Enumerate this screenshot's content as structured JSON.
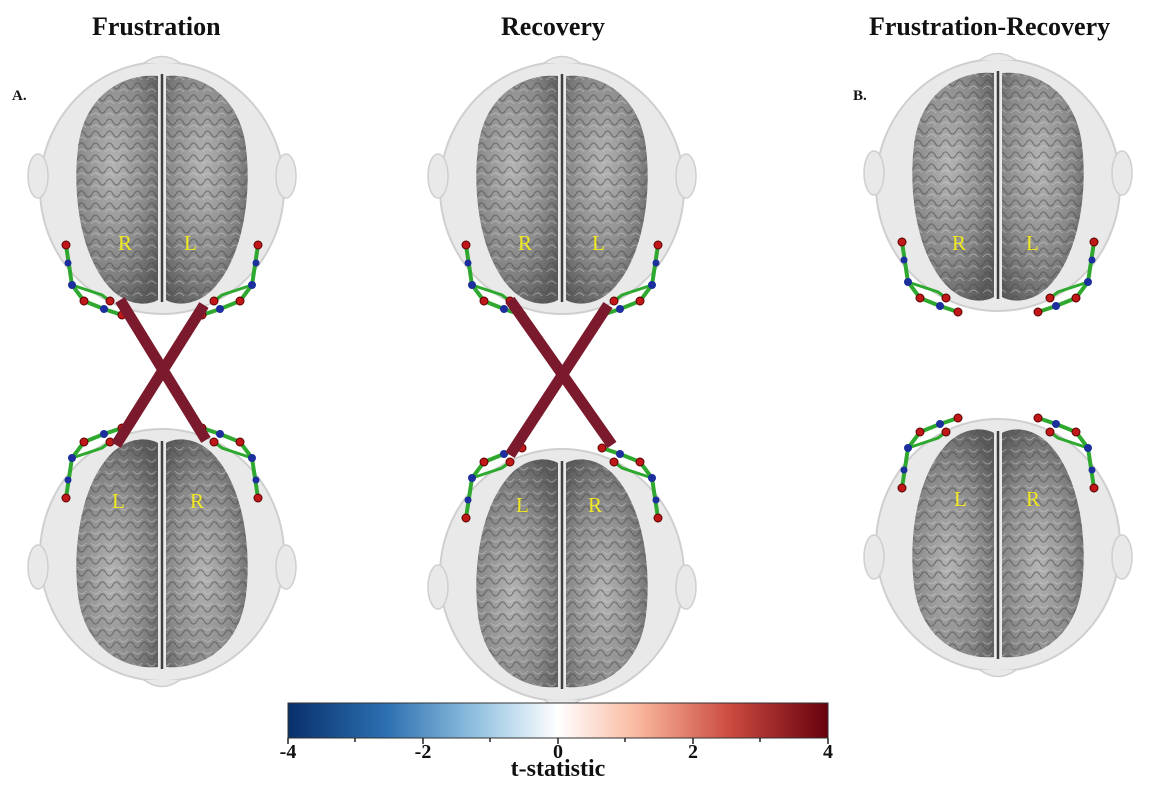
{
  "titles": {
    "frustration": "Frustration",
    "recovery": "Recovery",
    "difference": "Frustration-Recovery"
  },
  "panel_labels": {
    "a": "A.",
    "b": "B."
  },
  "hemispheres": {
    "right": "R",
    "left": "L"
  },
  "colorbar": {
    "label": "t-statistic",
    "ticks": [
      "-4",
      "-2",
      "0",
      "2",
      "4"
    ],
    "min": -4,
    "max": 4,
    "colors": [
      "#08306b",
      "#3b7bb9",
      "#c6dbef",
      "#ffffff",
      "#fcbba1",
      "#cb4a3f",
      "#67000d"
    ]
  },
  "connection_color": "#7b1a2c"
}
